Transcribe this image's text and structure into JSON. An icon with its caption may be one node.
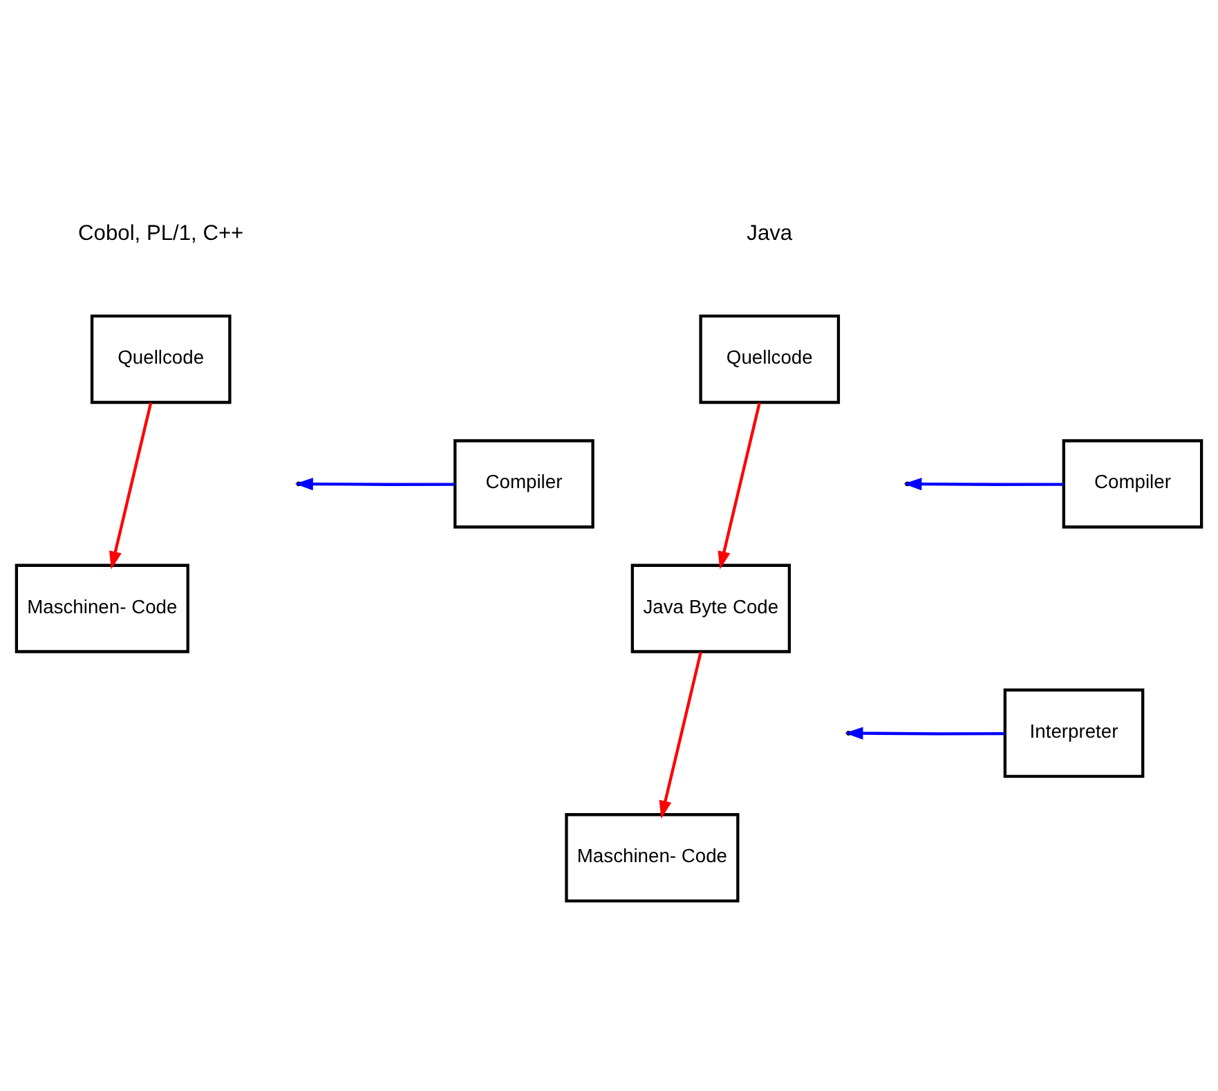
{
  "diagram": {
    "nodes": [
      {
        "text": [
          "Quellcode"
        ]
      },
      {
        "text": [
          "Compiler"
        ]
      },
      {
        "text": [
          "Maschinen- Code"
        ]
      },
      {
        "text": [
          "Quellcode"
        ]
      },
      {
        "text": [
          "Compiler"
        ]
      },
      {
        "text": [
          "Java Byte Code"
        ]
      },
      {
        "text": [
          "Interpreter"
        ]
      },
      {
        "text": [
          "Maschinen- Code"
        ]
      }
    ],
    "edges": [
      {
        "from": 0,
        "to": 2,
        "arrow": "to",
        "color": "#ff0000"
      },
      {
        "from": 1,
        "to": null,
        "arrow": "to",
        "color": "#0000ff"
      },
      {
        "from": 3,
        "to": 5,
        "arrow": "to",
        "color": "#ff0000"
      },
      {
        "from": 4,
        "to": null,
        "arrow": "to",
        "color": "#0000ff"
      },
      {
        "from": 5,
        "to": 7,
        "arrow": "to",
        "color": "#ff0000"
      },
      {
        "from": 6,
        "to": null,
        "arrow": "to",
        "color": "#0000ff"
      }
    ],
    "labels": [
      "Cobol, PL/1, C++",
      "Java"
    ]
  }
}
